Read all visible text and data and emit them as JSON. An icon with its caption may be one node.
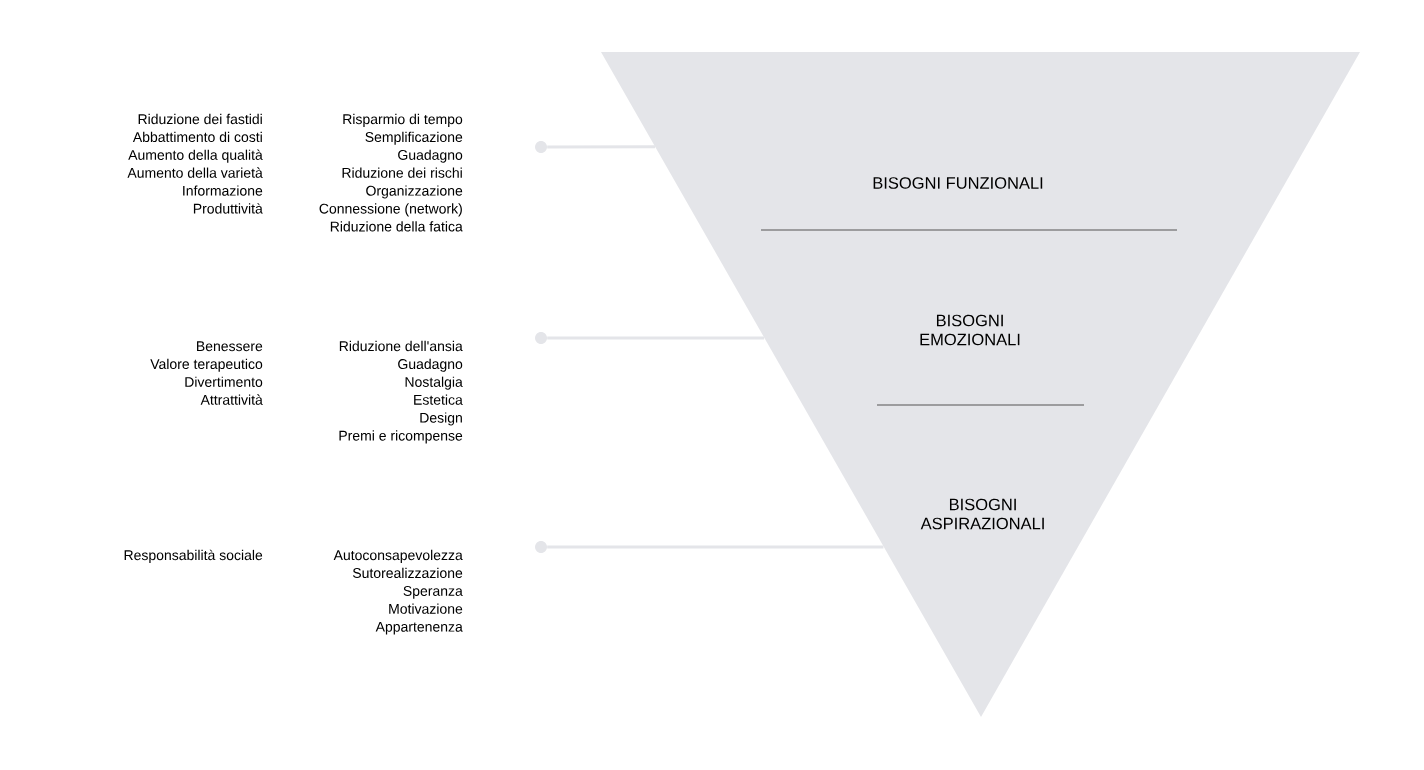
{
  "diagram": {
    "nodes": [
      {
        "text": [],
        "shape": "triangle"
      },
      {
        "text": [
          "BISOGNI FUNZIONALI"
        ],
        "in": 0
      },
      {
        "text": [
          "BISOGNI EMOZIONALI"
        ],
        "in": 0
      },
      {
        "text": [
          "BISOGNI ASPIRAZIONALI"
        ],
        "in": 0
      },
      {
        "text": [],
        "shape": "circle"
      },
      {
        "text": [],
        "shape": "circle"
      },
      {
        "text": [],
        "shape": "circle"
      }
    ],
    "edges": [
      {
        "from": 4,
        "to": 0,
        "arrow": "none"
      },
      {
        "from": 5,
        "to": 0,
        "arrow": "none"
      },
      {
        "from": 6,
        "to": 0,
        "arrow": "none"
      }
    ],
    "labels": [
      "Riduzione dei fastidi",
      "Abbattimento di costi",
      "Aumento della qualità",
      "Aumento della varietà",
      "Informazione",
      "Produttività",
      "Risparmio di tempo",
      "Semplificazione",
      "Guadagno",
      "Riduzione dei rischi",
      "Organizzazione",
      "Connessione (network)",
      "Riduzione della fatica",
      "Benessere",
      "Valore terapeutico",
      "Divertimento",
      "Attrattività",
      "Riduzione dell'ansia",
      "Guadagno",
      "Nostalgia",
      "Estetica",
      "Design",
      "Premi e ricompense",
      "Responsabilità sociale",
      "Autoconsapevolezza",
      "Sutorealizzazione",
      "Speranza",
      "Motivazione",
      "Appartenenza"
    ]
  }
}
